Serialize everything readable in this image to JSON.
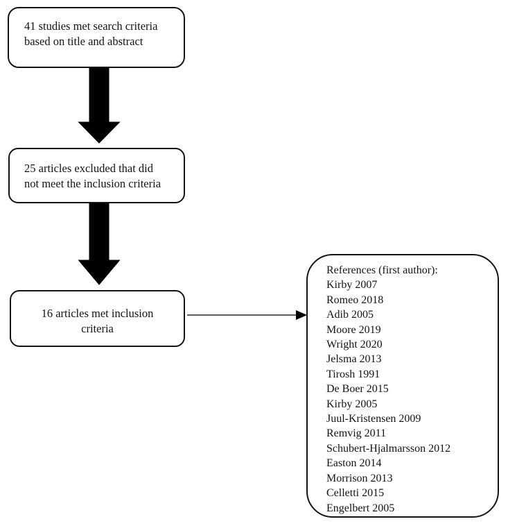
{
  "colors": {
    "background": "#ffffff",
    "ink": "#141414",
    "arrow_fill": "#000000"
  },
  "boxes": {
    "search": {
      "line1": "41 studies met search criteria",
      "line2": "based on title and abstract"
    },
    "excluded": {
      "line1": "25 articles excluded that did",
      "line2": "not meet the inclusion criteria"
    },
    "included": {
      "line1": "16 articles met inclusion",
      "line2": "criteria"
    }
  },
  "references": {
    "title": "References (first author):",
    "items": [
      "Kirby 2007",
      "Romeo 2018",
      "Adib 2005",
      "Moore 2019",
      "Wright 2020",
      "Jelsma 2013",
      "Tirosh 1991",
      "De Boer 2015",
      "Kirby 2005",
      "Juul-Kristensen 2009",
      "Remvig 2011",
      "Schubert-Hjalmarsson 2012",
      "Easton 2014",
      "Morrison 2013",
      "Celletti 2015",
      "Engelbert 2005"
    ]
  },
  "arrows": {
    "down1": "down-arrow",
    "down2": "down-arrow",
    "to_references": "right-arrow"
  }
}
